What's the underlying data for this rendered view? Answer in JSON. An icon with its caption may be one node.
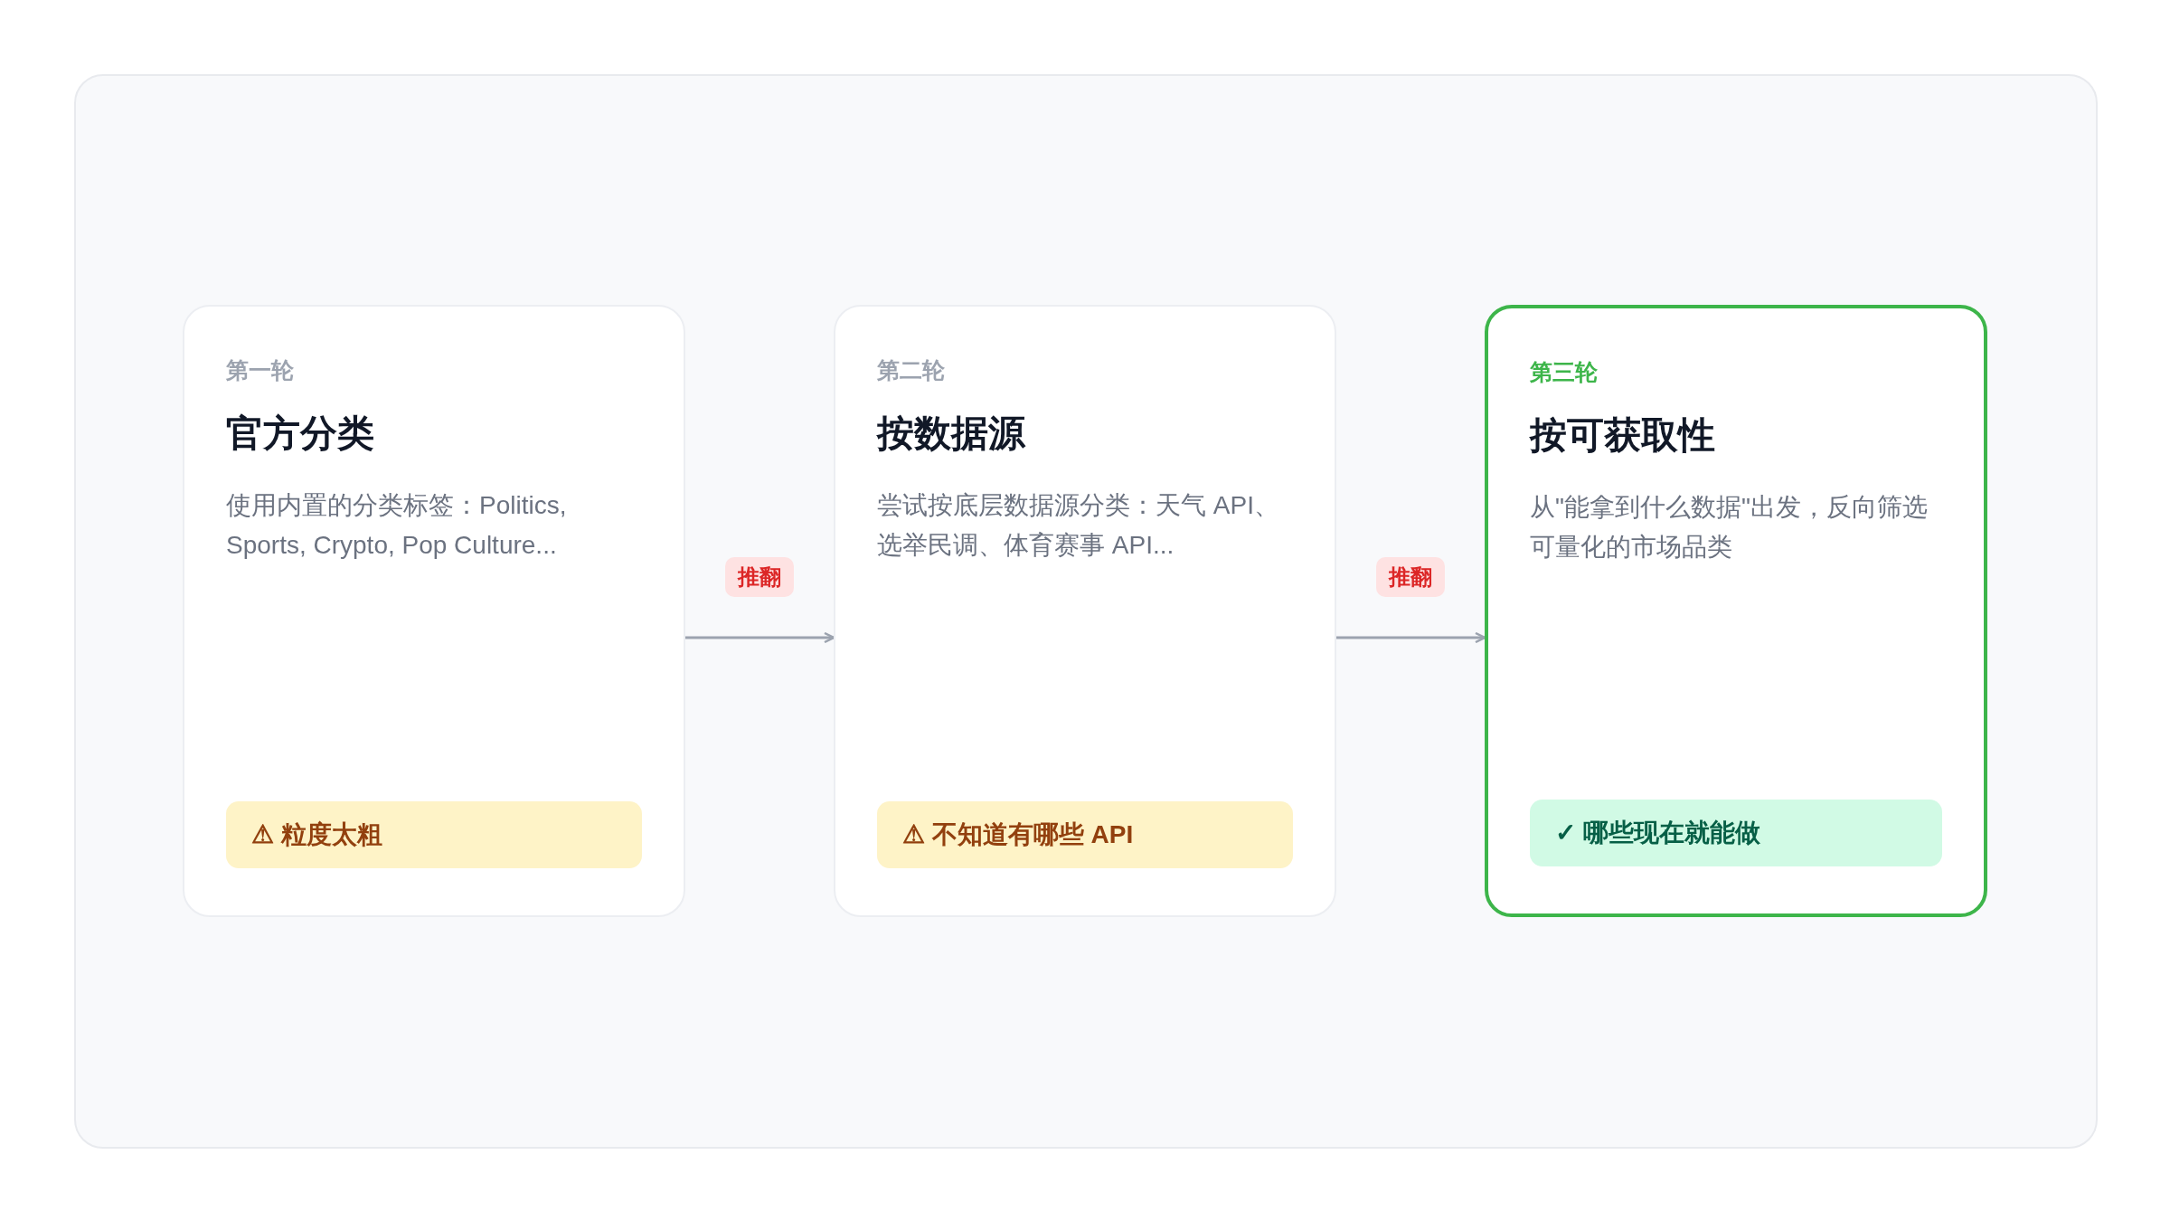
{
  "diagram": {
    "nodes": [
      {
        "text": [
          "第一轮",
          "官方分类",
          "使用内置的分类标签：Politics, Sports, Crypto, Pop Culture..."
        ]
      },
      {
        "text": [
          "⚠ 粒度太粗"
        ],
        "in": 0
      },
      {
        "text": [
          "第二轮",
          "按数据源",
          "尝试按底层数据源分类：天气 API、选举民调、体育赛事 API..."
        ]
      },
      {
        "text": [
          "⚠ 不知道有哪些 API"
        ],
        "in": 2
      },
      {
        "text": [
          "第三轮",
          "按可获取性",
          "从\"能拿到什么数据\"出发，反向筛选可量化的市场品类"
        ]
      },
      {
        "text": [
          "✓ 哪些现在就能做"
        ],
        "in": 4
      }
    ],
    "edges": [
      {
        "from": 0,
        "to": 2,
        "arrow": "to",
        "label": "推翻"
      },
      {
        "from": 2,
        "to": 4,
        "arrow": "to",
        "label": "推翻"
      }
    ]
  }
}
